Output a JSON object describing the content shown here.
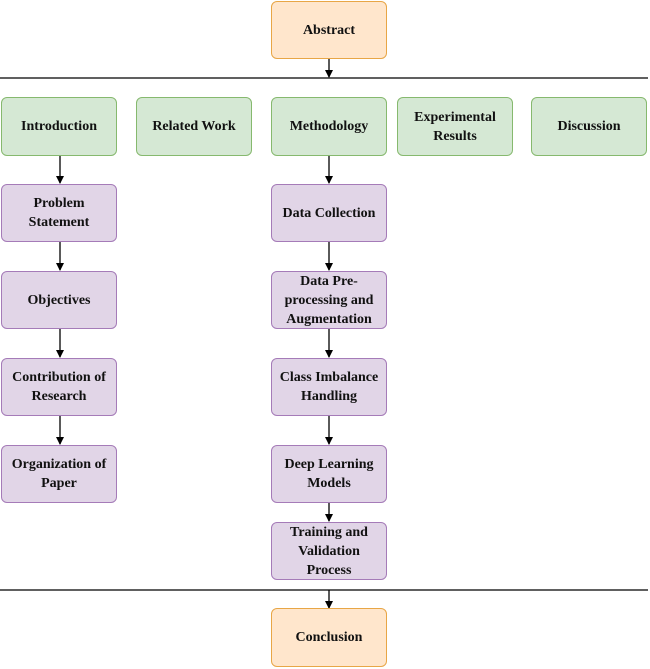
{
  "nodes": {
    "abstract": "Abstract",
    "introduction": "Introduction",
    "related_work": "Related Work",
    "methodology": "Methodology",
    "experimental_results": "Experimental Results",
    "discussion": "Discussion",
    "problem_statement": "Problem Statement",
    "objectives": "Objectives",
    "contribution_of_research": "Contribution of Research",
    "organization_of_paper": "Organization of Paper",
    "data_collection": "Data Collection",
    "data_preprocessing": "Data Pre-processing and Augmentation",
    "class_imbalance": "Class Imbalance Handling",
    "deep_learning_models": "Deep Learning Models",
    "training_validation": "Training and Validation Process",
    "conclusion": "Conclusion"
  },
  "colors": {
    "orange_fill": "#ffe6cc",
    "orange_border": "#e8a646",
    "green_fill": "#d5e8d4",
    "green_border": "#86b96e",
    "purple_fill": "#e1d5e7",
    "purple_border": "#a57bb8",
    "line": "#000000"
  },
  "edges": [
    [
      "abstract",
      "section-divider-top"
    ],
    [
      "introduction",
      "problem_statement"
    ],
    [
      "problem_statement",
      "objectives"
    ],
    [
      "objectives",
      "contribution_of_research"
    ],
    [
      "contribution_of_research",
      "organization_of_paper"
    ],
    [
      "methodology",
      "data_collection"
    ],
    [
      "data_collection",
      "data_preprocessing"
    ],
    [
      "data_preprocessing",
      "class_imbalance"
    ],
    [
      "class_imbalance",
      "deep_learning_models"
    ],
    [
      "deep_learning_models",
      "training_validation"
    ],
    [
      "section-divider-bottom",
      "conclusion"
    ]
  ]
}
